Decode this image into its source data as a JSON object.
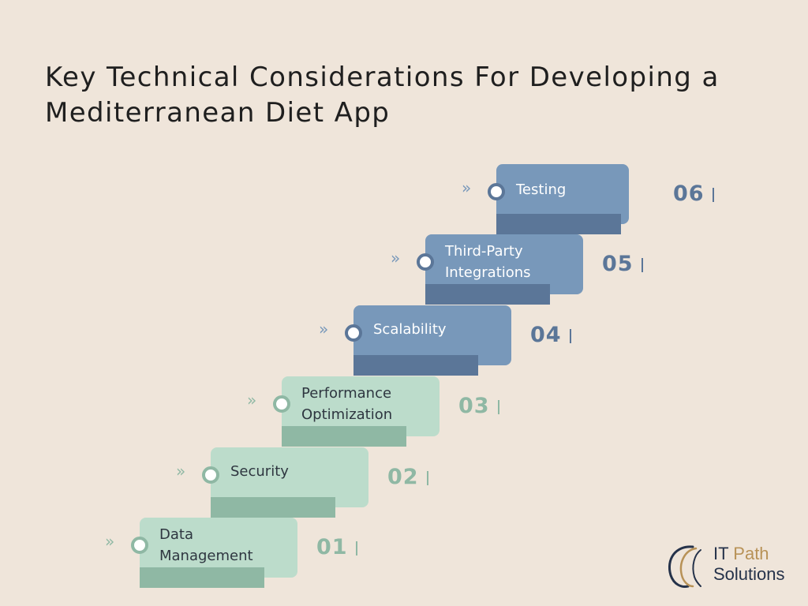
{
  "title": {
    "line1": "Key Technical Considerations For Developing a",
    "line2": "Mediterranean Diet App"
  },
  "steps": [
    {
      "number": "01",
      "label_lines": [
        "Data",
        "Management"
      ]
    },
    {
      "number": "02",
      "label_lines": [
        "Security"
      ]
    },
    {
      "number": "03",
      "label_lines": [
        "Performance",
        "Optimization"
      ]
    },
    {
      "number": "04",
      "label_lines": [
        "Scalability"
      ]
    },
    {
      "number": "05",
      "label_lines": [
        "Third-Party",
        "Integrations"
      ]
    },
    {
      "number": "06",
      "label_lines": [
        "Testing"
      ]
    }
  ],
  "chevron_glyph": "»",
  "colors": {
    "background": "#efe5da",
    "green_box": "#bcdccb",
    "green_dark": "#8fb8a4",
    "blue_box": "#7898ba",
    "blue_dark": "#5b7698"
  },
  "logo": {
    "word1": "IT",
    "word2": "Path",
    "word3": "Solutions"
  }
}
